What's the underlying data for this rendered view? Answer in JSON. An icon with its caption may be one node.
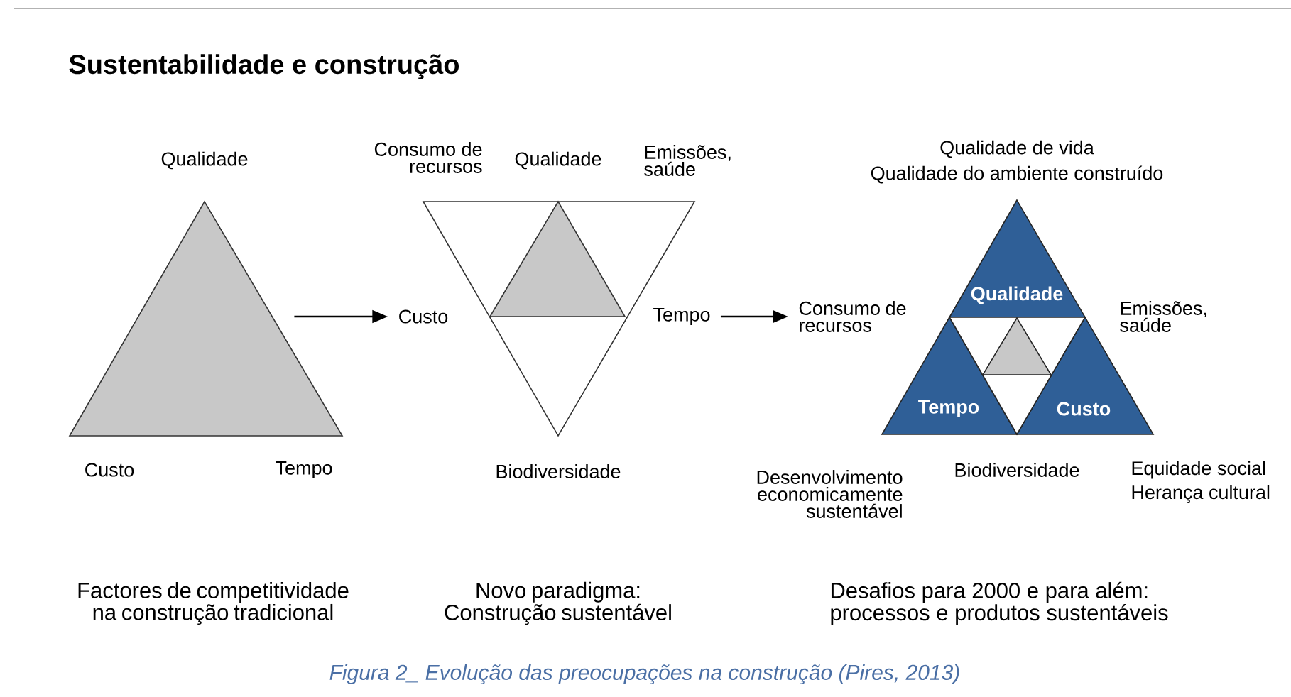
{
  "diagram": {
    "title": "Sustentabilidade e construção",
    "caption": "Figura 2_ Evolução das preocupações na construção (Pires, 2013)",
    "nodes": [
      {
        "text": [],
        "shape": "triangle"
      },
      {
        "text": [
          "Custo"
        ]
      },
      {
        "text": [],
        "shape": "triangle"
      },
      {
        "text": [
          "Tempo"
        ]
      },
      {
        "text": [
          "Consumo de recursos"
        ]
      },
      {
        "text": [
          "Qualidade"
        ]
      },
      {
        "text": [
          "Tempo"
        ]
      },
      {
        "text": [
          "Custo"
        ]
      }
    ],
    "edges": [
      {
        "from": 0,
        "to": 1,
        "arrow": "to"
      },
      {
        "from": 3,
        "to": 4,
        "arrow": "to"
      }
    ],
    "labels": [
      "Qualidade",
      "Consumo de recursos",
      "Qualidade",
      "Emissões, saúde",
      "Custo",
      "Tempo",
      "Biodiversidade",
      "Qualidade de vida",
      "Qualidade do ambiente construído",
      "Emissões, saúde",
      "Desenvolvimento economicamente sustentável",
      "Biodiversidade",
      "Equidade social",
      "Herança cultural",
      "Factores de competitividade na construção tradicional",
      "Novo paradigma: Construção sustentável",
      "Desafios para 2000 e para além: processos e produtos sustentáveis"
    ]
  }
}
